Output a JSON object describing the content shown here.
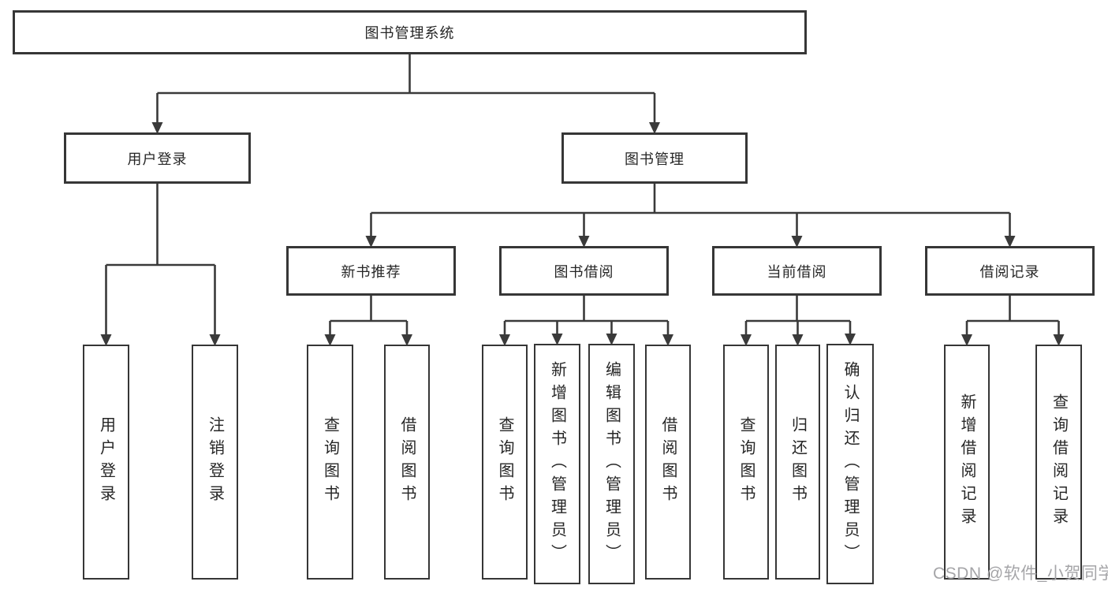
{
  "diagram": {
    "title": "图书管理系统",
    "nodes": [
      {
        "id": "root",
        "label": "图书管理系统",
        "shape": "horizontal"
      },
      {
        "id": "user-login",
        "label": "用户登录",
        "shape": "horizontal"
      },
      {
        "id": "book-mgmt",
        "label": "图书管理",
        "shape": "horizontal"
      },
      {
        "id": "new-book-rec",
        "label": "新书推荐",
        "shape": "horizontal"
      },
      {
        "id": "book-borrow",
        "label": "图书借阅",
        "shape": "horizontal"
      },
      {
        "id": "current-borrow",
        "label": "当前借阅",
        "shape": "horizontal"
      },
      {
        "id": "borrow-records",
        "label": "借阅记录",
        "shape": "horizontal"
      },
      {
        "id": "leaf-user-login",
        "label": "用户登录",
        "shape": "vertical"
      },
      {
        "id": "leaf-logout",
        "label": "注销登录",
        "shape": "vertical"
      },
      {
        "id": "leaf-query-book-1",
        "label": "查询图书",
        "shape": "vertical"
      },
      {
        "id": "leaf-borrow-book-1",
        "label": "借阅图书",
        "shape": "vertical"
      },
      {
        "id": "leaf-query-book-2",
        "label": "查询图书",
        "shape": "vertical"
      },
      {
        "id": "leaf-add-book",
        "label": "新增图书（管理员）",
        "shape": "vertical"
      },
      {
        "id": "leaf-edit-book",
        "label": "编辑图书（管理员）",
        "shape": "vertical"
      },
      {
        "id": "leaf-borrow-book-2",
        "label": "借阅图书",
        "shape": "vertical"
      },
      {
        "id": "leaf-query-book-3",
        "label": "查询图书",
        "shape": "vertical"
      },
      {
        "id": "leaf-return-book",
        "label": "归还图书",
        "shape": "vertical"
      },
      {
        "id": "leaf-confirm-return",
        "label": "确认归还（管理员）",
        "shape": "vertical"
      },
      {
        "id": "leaf-add-borrow-record",
        "label": "新增借阅记录",
        "shape": "vertical"
      },
      {
        "id": "leaf-query-borrow-record",
        "label": "查询借阅记录",
        "shape": "vertical"
      }
    ],
    "edges": [
      {
        "from": "root",
        "to": [
          "user-login",
          "book-mgmt"
        ]
      },
      {
        "from": "user-login",
        "to": [
          "leaf-user-login",
          "leaf-logout"
        ]
      },
      {
        "from": "book-mgmt",
        "to": [
          "new-book-rec",
          "book-borrow",
          "current-borrow",
          "borrow-records"
        ]
      },
      {
        "from": "new-book-rec",
        "to": [
          "leaf-query-book-1",
          "leaf-borrow-book-1"
        ]
      },
      {
        "from": "book-borrow",
        "to": [
          "leaf-query-book-2",
          "leaf-add-book",
          "leaf-edit-book",
          "leaf-borrow-book-2"
        ]
      },
      {
        "from": "current-borrow",
        "to": [
          "leaf-query-book-3",
          "leaf-return-book",
          "leaf-confirm-return"
        ]
      },
      {
        "from": "borrow-records",
        "to": [
          "leaf-add-borrow-record",
          "leaf-query-borrow-record"
        ]
      }
    ]
  },
  "watermark": {
    "text": "CSDN @软件_小贺同学"
  },
  "colors": {
    "line": "#3a3a3a",
    "box_border": "#363636",
    "text": "#262626",
    "watermark": "#a5a5a8",
    "background": "#ffffff"
  }
}
